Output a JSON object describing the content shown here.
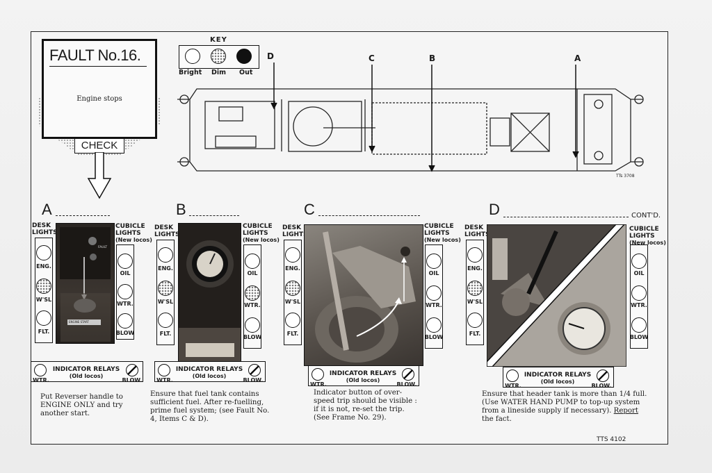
{
  "fault": {
    "title": "FAULT No.16.",
    "description": "Engine stops",
    "check_label": "CHECK"
  },
  "key": {
    "title": "KEY",
    "bright": "Bright",
    "dim": "Dim",
    "out": "Out"
  },
  "loco_letters": [
    "D",
    "C",
    "B",
    "A"
  ],
  "loco_drawing_ref": "TTs 3708",
  "panel_labels": {
    "desk": "DESK\nLIGHTS",
    "cubicle": "CUBICLE\nLIGHTS",
    "cubicle_sub": "(New locos)",
    "desk_lamps": [
      "ENG.",
      "W'SL",
      "FLT."
    ],
    "cubicle_lamps": [
      "OIL",
      "WTR.",
      "BLOW"
    ],
    "relay_title": "INDICATOR RELAYS",
    "relay_sub": "(Old locos)",
    "relay_left": "WTR.",
    "relay_right": "BLOW."
  },
  "sections": [
    {
      "letter": "A",
      "caption": "Put Reverser handle to ENGINE ONLY and try another start.",
      "photo_labels": [
        "FAULT",
        "ENGINE START"
      ]
    },
    {
      "letter": "B",
      "caption": "Ensure that fuel tank contains sufficient fuel. After re-fuelling, prime fuel system; (see Fault No. 4, Items C & D)."
    },
    {
      "letter": "C",
      "caption": "Indicator button of over-speed trip should be visible : if it is not, re-set the trip. (See Frame No. 29)."
    },
    {
      "letter": "D",
      "contd": "CONT'D.",
      "caption_pre": "Ensure that header tank is more than 1/4 full. (Use WATER HAND PUMP to top-up system from a lineside supply if necessary).",
      "caption_report": "Report",
      "caption_post": " the fact."
    }
  ],
  "frame_ref": "TTS 4102"
}
